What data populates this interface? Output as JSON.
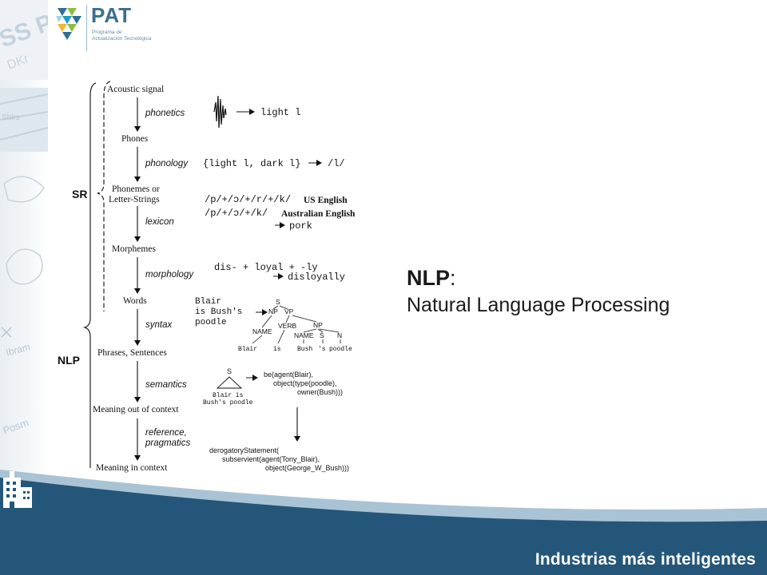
{
  "logo": {
    "name": "PAT",
    "subtitle_line1": "Programa de",
    "subtitle_line2": "Actualización Tecnológica"
  },
  "footer": {
    "tagline": "Industrias más inteligentes"
  },
  "heading": {
    "abbr": "NLP",
    "colon": ":",
    "full": "Natural Language Processing"
  },
  "diagram": {
    "brackets": {
      "sr": "SR",
      "nlp": "NLP"
    },
    "levels": {
      "acoustic": "Acoustic signal",
      "phones": "Phones",
      "phonemes_1": "Phonemes or",
      "phonemes_2": "Letter-Strings",
      "morphemes": "Morphemes",
      "words": "Words",
      "phrases": "Phrases, Sentences",
      "meaning_out": "Meaning out of context",
      "meaning_in": "Meaning in context"
    },
    "processes": {
      "phonetics": "phonetics",
      "phonology": "phonology",
      "lexicon": "lexicon",
      "morphology": "morphology",
      "syntax": "syntax",
      "semantics": "semantics",
      "reference": "reference,",
      "pragmatics": "pragmatics"
    },
    "examples": {
      "light_l": "light l",
      "phonology_set": "{light l, dark l}",
      "phoneme_l": "/l/",
      "us_spelling": "/p/+/ɔ/+/r/+/k/",
      "us_label": "US English",
      "au_spelling": "/p/+/ɔ/+/k/",
      "au_label": "Australian English",
      "pork": "pork",
      "morph_parts": "dis- + loyal + -ly",
      "disloyally": "disloyally",
      "sent_1": "Blair",
      "sent_2": "is Bush's",
      "sent_3": "poodle",
      "tree": {
        "S": "S",
        "NP": "NP",
        "VP": "VP",
        "NAME": "NAME",
        "VERB": "VERB",
        "NP2": "NP",
        "NAME2": "NAME",
        "S2": "S",
        "N": "N",
        "leaf_blair": "Blair",
        "leaf_is": "is",
        "leaf_bush": "Bush",
        "leaf_s": "'s",
        "leaf_poodle": "poodle"
      },
      "sem_S": "S",
      "sem_tri_1": "Blair is",
      "sem_tri_2": "Bush's poodle",
      "sem_1": "be(agent(Blair),",
      "sem_2": "object(type(poodle),",
      "sem_3": "owner(Bush)))",
      "prag_1": "derogatoryStatement(",
      "prag_2": "subservient(agent(Tony_Blair),",
      "prag_3": "object(George_W_Bush)))"
    }
  }
}
